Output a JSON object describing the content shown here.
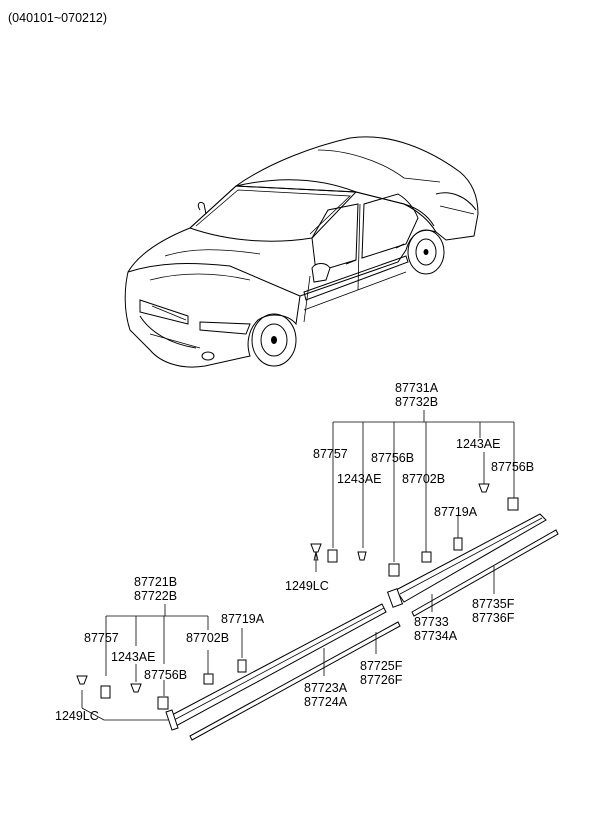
{
  "header": {
    "date_range": "(040101~070212)"
  },
  "labels": {
    "front_assembly_1": "87721B",
    "front_assembly_2": "87722B",
    "front_clip_87757": "87757",
    "front_screw_1243AE": "1243AE",
    "front_clip_87756B": "87756B",
    "front_clip_87702B": "87702B",
    "front_clip_87719A": "87719A",
    "front_bolt_1249LC": "1249LC",
    "front_moulding_1": "87723A",
    "front_moulding_2": "87724A",
    "front_tape_1": "87725F",
    "front_tape_2": "87726F",
    "rear_assembly_1": "87731A",
    "rear_assembly_2": "87732B",
    "rear_clip_87757": "87757",
    "rear_screw_1243AE_a": "1243AE",
    "rear_clip_87756B_a": "87756B",
    "rear_clip_87702B": "87702B",
    "rear_screw_1243AE_b": "1243AE",
    "rear_clip_87756B_b": "87756B",
    "rear_clip_87719A": "87719A",
    "rear_bolt_1249LC": "1249LC",
    "rear_moulding_1": "87733",
    "rear_moulding_2": "87734A",
    "rear_tape_1": "87735F",
    "rear_tape_2": "87736F"
  }
}
